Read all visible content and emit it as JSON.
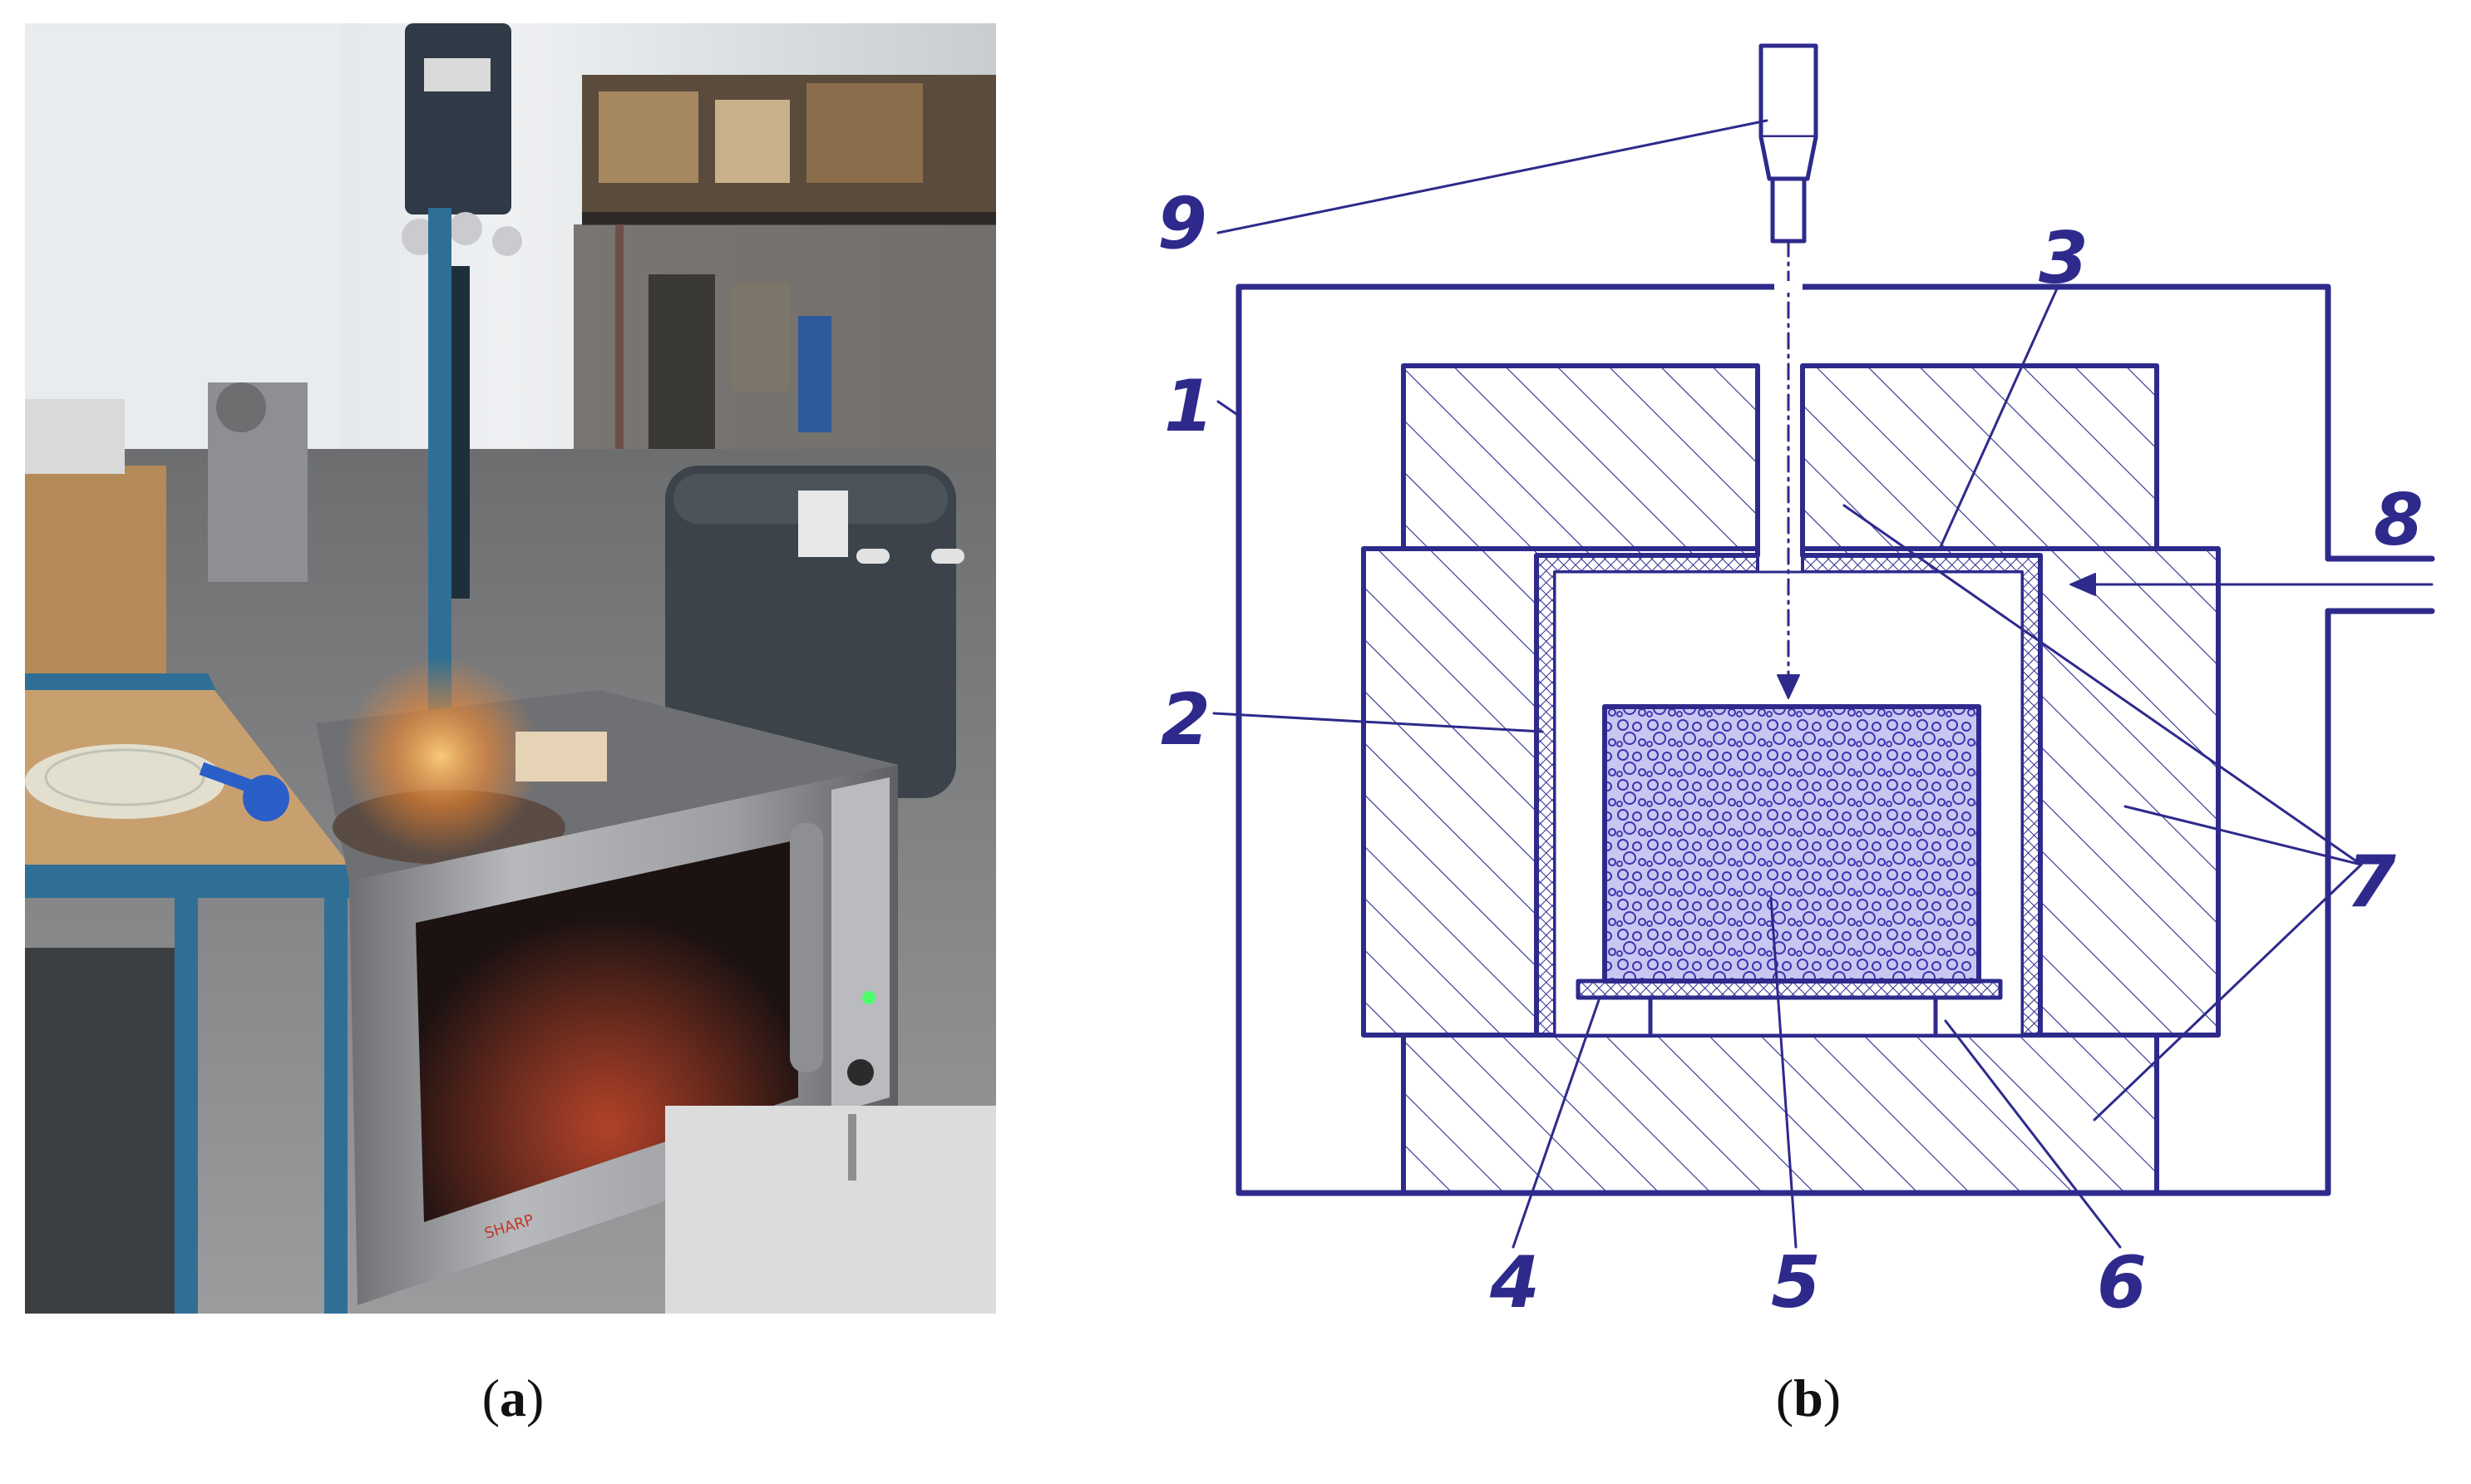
{
  "captions": {
    "a": {
      "open": "(",
      "letter": "a",
      "close": ")"
    },
    "b": {
      "open": "(",
      "letter": "b",
      "close": ")"
    }
  },
  "photo": {
    "brand": "SHARP"
  },
  "diagram": {
    "labels": {
      "l1": "1",
      "l2": "2",
      "l3": "3",
      "l4": "4",
      "l5": "5",
      "l6": "6",
      "l7": "7",
      "l8": "8",
      "l9": "9"
    }
  },
  "colors": {
    "ink": "#2e2a8c",
    "background": "#ffffff",
    "steel": "#8a8a8c",
    "shelf_blue": "#2f6f95",
    "tank": "#3c434a",
    "glow": "#ff9d3a",
    "led": "#4cff6a"
  }
}
